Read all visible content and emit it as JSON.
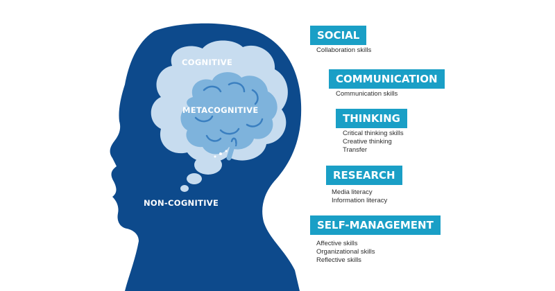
{
  "head": {
    "labels": {
      "cognitive": "COGNITIVE",
      "metacognitive": "METACOGNITIVE",
      "non_cognitive": "NON-COGNITIVE"
    }
  },
  "categories": [
    {
      "title": "SOCIAL",
      "skills": [
        "Collaboration skills"
      ]
    },
    {
      "title": "COMMUNICATION",
      "skills": [
        "Communication skills"
      ]
    },
    {
      "title": "THINKING",
      "skills": [
        "Critical thinking skills",
        "Creative thinking",
        "Transfer"
      ]
    },
    {
      "title": "RESEARCH",
      "skills": [
        "Media literacy",
        "Information literacy"
      ]
    },
    {
      "title": "SELF-MANAGEMENT",
      "skills": [
        "Affective skills",
        "Organizational skills",
        "Reflective skills"
      ]
    }
  ],
  "colors": {
    "head": "#0d4a8c",
    "cognitive_cloud": "#c7dcef",
    "metacognitive_brain": "#7eb3dc",
    "brain_lines": "#3a7fc0",
    "badge": "#1a9fc6"
  },
  "icons": [
    "head-silhouette-icon",
    "thought-cloud-icon",
    "brain-icon"
  ]
}
